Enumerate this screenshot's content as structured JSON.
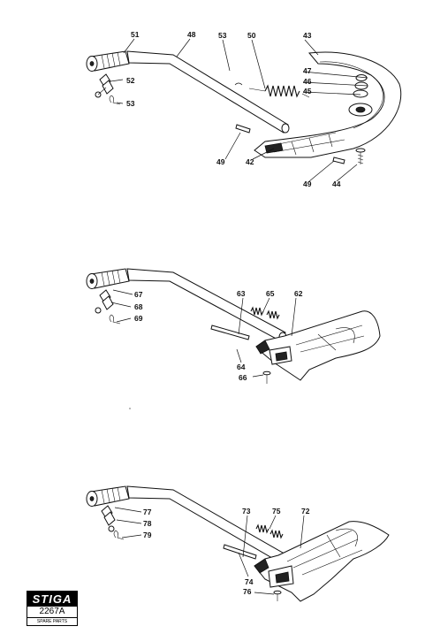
{
  "diagram": {
    "assemblies": [
      {
        "id": "A",
        "labels": [
          "51",
          "48",
          "53",
          "50",
          "43",
          "52",
          "53",
          "47",
          "46",
          "45",
          "49",
          "42",
          "49",
          "44"
        ]
      },
      {
        "id": "B",
        "labels": [
          "67",
          "63",
          "65",
          "62",
          "68",
          "69",
          "64",
          "66"
        ]
      },
      {
        "id": "C",
        "labels": [
          "77",
          "73",
          "75",
          "72",
          "78",
          "79",
          "74",
          "76"
        ]
      }
    ]
  },
  "logo": {
    "brand": "STIGA",
    "code": "2267A",
    "subtitle": "SPARE PARTS"
  }
}
